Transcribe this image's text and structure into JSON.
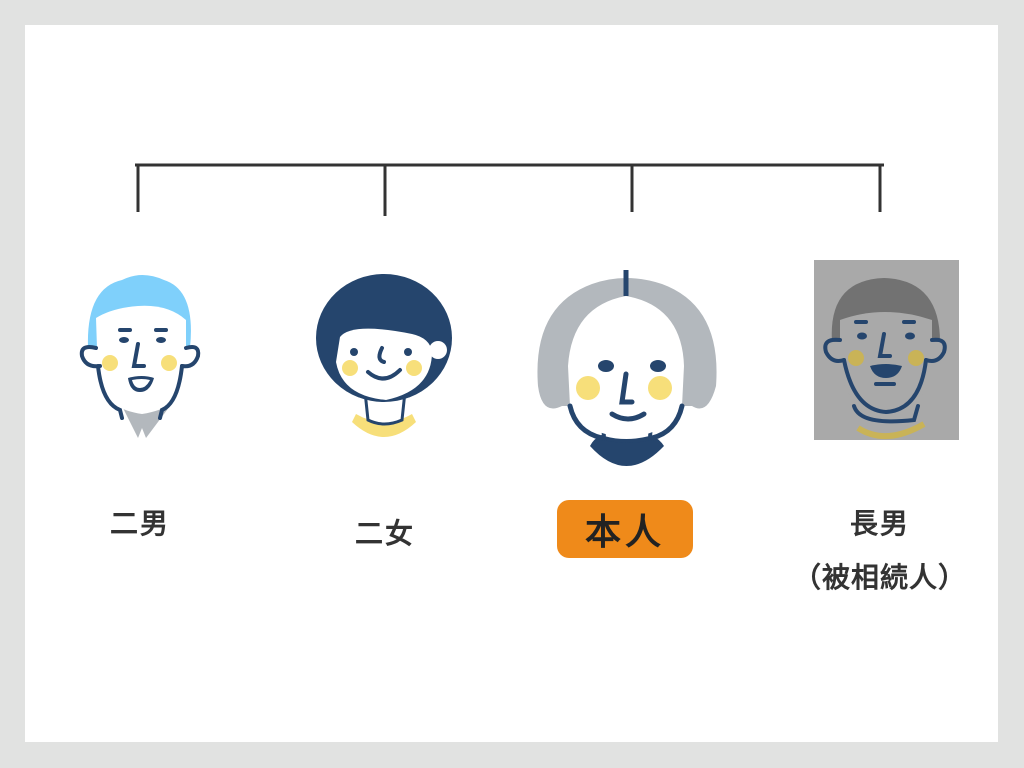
{
  "people": [
    {
      "label": "二男"
    },
    {
      "label": "二女"
    },
    {
      "label": "本人"
    },
    {
      "label": "長男",
      "sublabel": "（被相続人）"
    }
  ],
  "colors": {
    "line": "#333333",
    "highlight": "#ef8a1a",
    "navy": "#25456d",
    "cheek": "#f7df7a",
    "deceased_overlay": "#a9a9a9"
  }
}
